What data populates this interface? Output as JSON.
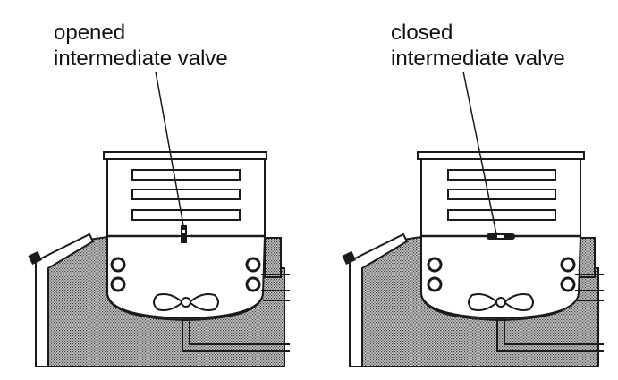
{
  "figure": {
    "panels": [
      {
        "state": "opened",
        "label_line1": "opened",
        "label_line2": "intermediate valve"
      },
      {
        "state": "closed",
        "label_line1": "closed",
        "label_line2": "intermediate valve"
      }
    ]
  },
  "colors": {
    "outline": "#1a1a1a",
    "hatch_bg": "#c8c8c8",
    "hatch_dot": "#3a3a3a",
    "background": "#ffffff"
  },
  "icons": [
    "fan-icon",
    "valve-icon",
    "button-icon"
  ]
}
